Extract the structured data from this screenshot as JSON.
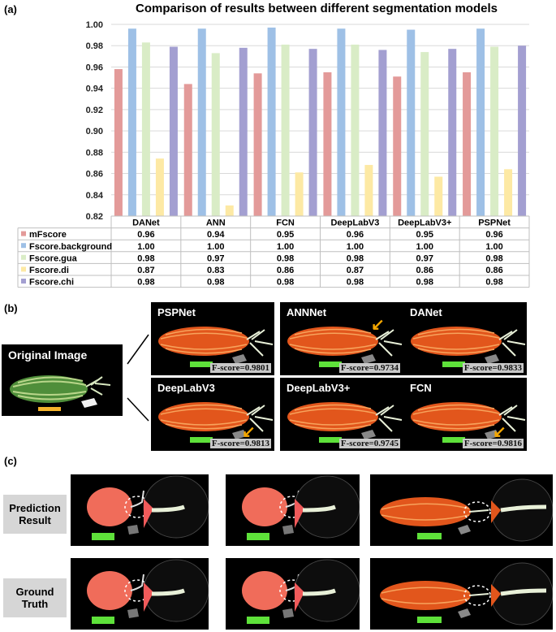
{
  "panel_labels": {
    "a": "(a)",
    "b": "(b)",
    "c": "(c)"
  },
  "chart_data": {
    "type": "bar",
    "title": "Comparison of results between different segmentation models",
    "categories": [
      "DANet",
      "ANN",
      "FCN",
      "DeepLabV3",
      "DeepLabV3+",
      "PSPNet"
    ],
    "ylim": [
      0.82,
      1.0
    ],
    "yticks": [
      "0.82",
      "0.84",
      "0.86",
      "0.88",
      "0.90",
      "0.92",
      "0.94",
      "0.96",
      "0.98",
      "1.00"
    ],
    "grid": true,
    "legend": "table-below",
    "series": [
      {
        "name": "mFscore",
        "color": "#e39a99",
        "values": [
          0.958,
          0.944,
          0.954,
          0.955,
          0.951,
          0.955
        ],
        "labels": [
          "0.96",
          "0.94",
          "0.95",
          "0.96",
          "0.95",
          "0.96"
        ]
      },
      {
        "name": "Fscore.background",
        "color": "#9ec0e6",
        "values": [
          0.996,
          0.996,
          0.997,
          0.996,
          0.995,
          0.996
        ],
        "labels": [
          "1.00",
          "1.00",
          "1.00",
          "1.00",
          "1.00",
          "1.00"
        ]
      },
      {
        "name": "Fscore.gua",
        "color": "#d9ecc6",
        "values": [
          0.983,
          0.973,
          0.981,
          0.981,
          0.974,
          0.979
        ],
        "labels": [
          "0.98",
          "0.97",
          "0.98",
          "0.98",
          "0.97",
          "0.98"
        ]
      },
      {
        "name": "Fscore.di",
        "color": "#fde9a4",
        "values": [
          0.874,
          0.83,
          0.861,
          0.868,
          0.857,
          0.864
        ],
        "labels": [
          "0.87",
          "0.83",
          "0.86",
          "0.87",
          "0.86",
          "0.86"
        ]
      },
      {
        "name": "Fscore.chi",
        "color": "#a39fd1",
        "values": [
          0.979,
          0.978,
          0.977,
          0.976,
          0.977,
          0.98
        ],
        "labels": [
          "0.98",
          "0.98",
          "0.98",
          "0.98",
          "0.98",
          "0.98"
        ]
      }
    ]
  },
  "panel_b": {
    "original": "Original Image",
    "models": [
      {
        "name": "PSPNet",
        "fscore": "F-score=0.9801"
      },
      {
        "name": "ANNNet",
        "fscore": "F-score=0.9734"
      },
      {
        "name": "DANet",
        "fscore": "F-score=0.9833"
      },
      {
        "name": "DeepLabV3",
        "fscore": "F-score=0.9813"
      },
      {
        "name": "DeepLabV3+",
        "fscore": "F-score=0.9745"
      },
      {
        "name": "FCN",
        "fscore": "F-score=0.9816"
      }
    ]
  },
  "panel_c": {
    "row1": [
      "Prediction",
      "Result"
    ],
    "row2": [
      "Ground",
      "Truth"
    ]
  }
}
